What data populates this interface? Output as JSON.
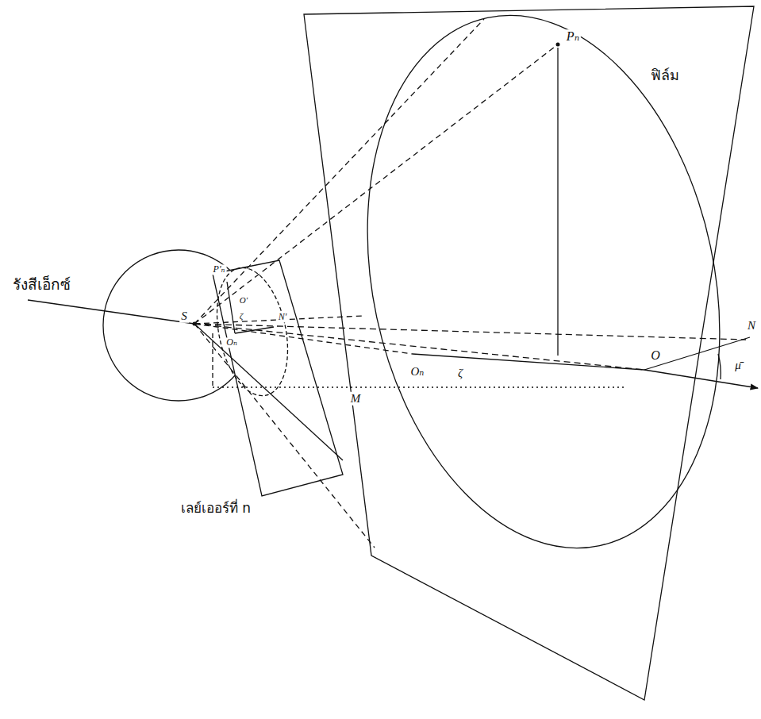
{
  "diagram": {
    "labels": [
      "รังสีเอ็กซ์",
      "ฟิล์ม",
      "เลย์เออร์ที่ n",
      "Pₙ",
      "P′ₙ",
      "O′",
      "ζ",
      "Oₙ",
      "N′",
      "S",
      "M",
      "Oₙ",
      "ζ",
      "O",
      "N",
      "μ̄"
    ]
  }
}
